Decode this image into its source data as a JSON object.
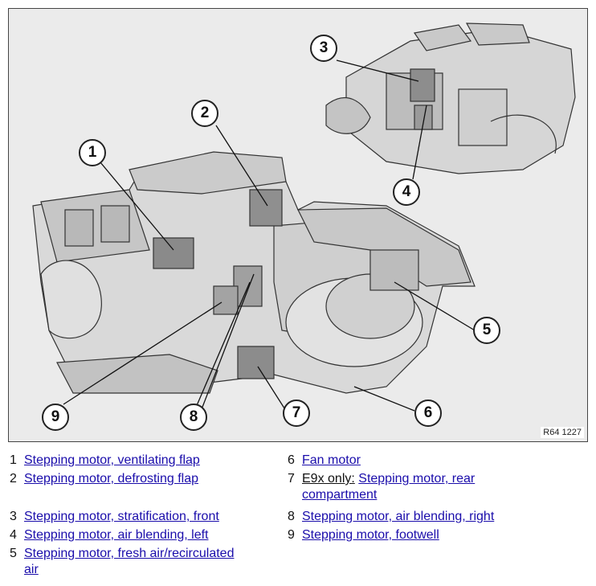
{
  "figure": {
    "reference_code": "R64 1227",
    "callouts": [
      "1",
      "2",
      "3",
      "4",
      "5",
      "6",
      "7",
      "8",
      "9"
    ]
  },
  "legend": {
    "items": [
      {
        "num": "1",
        "label": "Stepping motor, ventilating flap"
      },
      {
        "num": "2",
        "label": "Stepping motor, defrosting flap"
      },
      {
        "num": "3",
        "label": "Stepping motor, stratification, front"
      },
      {
        "num": "4",
        "label": "Stepping motor, air blending, left"
      },
      {
        "num": "5",
        "label": "Stepping motor, fresh air/recirculated air",
        "line1": "Stepping motor, fresh air/recirculated",
        "line2": "air"
      },
      {
        "num": "6",
        "label": "Fan motor"
      },
      {
        "num": "7",
        "prefix": "E9x only:",
        "label": "Stepping motor, rear compartment",
        "line1": "Stepping motor, rear",
        "line2": "compartment"
      },
      {
        "num": "8",
        "label": "Stepping motor, air blending, right"
      },
      {
        "num": "9",
        "label": "Stepping motor, footwell"
      }
    ]
  },
  "colors": {
    "link": "#1a0dab",
    "figure_bg": "#ebebeb"
  }
}
